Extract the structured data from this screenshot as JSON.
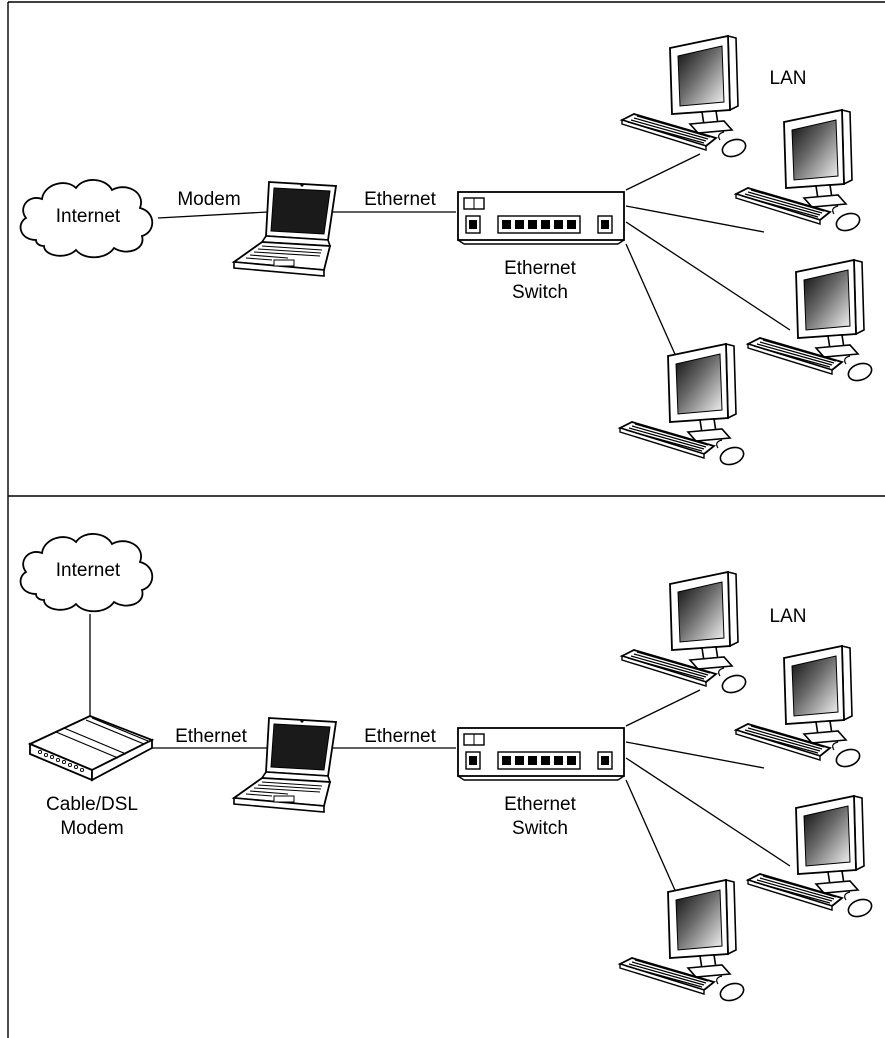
{
  "colors": {
    "line": "#000000",
    "background": "#ffffff",
    "screen_dark": "#111111",
    "screen_light": "#f2f2f2"
  },
  "panels": [
    {
      "cloud_label": "Internet",
      "link1_label": "Modem",
      "link2_label": "Ethernet",
      "switch_label_line1": "Ethernet",
      "switch_label_line2": "Switch",
      "lan_label": "LAN",
      "computers": 4
    },
    {
      "cloud_label": "Internet",
      "modem_label_line1": "Cable/DSL",
      "modem_label_line2": "Modem",
      "link1_label": "Ethernet",
      "link2_label": "Ethernet",
      "switch_label_line1": "Ethernet",
      "switch_label_line2": "Switch",
      "lan_label": "LAN",
      "computers": 4
    }
  ],
  "icons": [
    "cloud-icon",
    "laptop-icon",
    "ethernet-switch-icon",
    "desktop-computer-icon",
    "cable-dsl-modem-icon"
  ]
}
